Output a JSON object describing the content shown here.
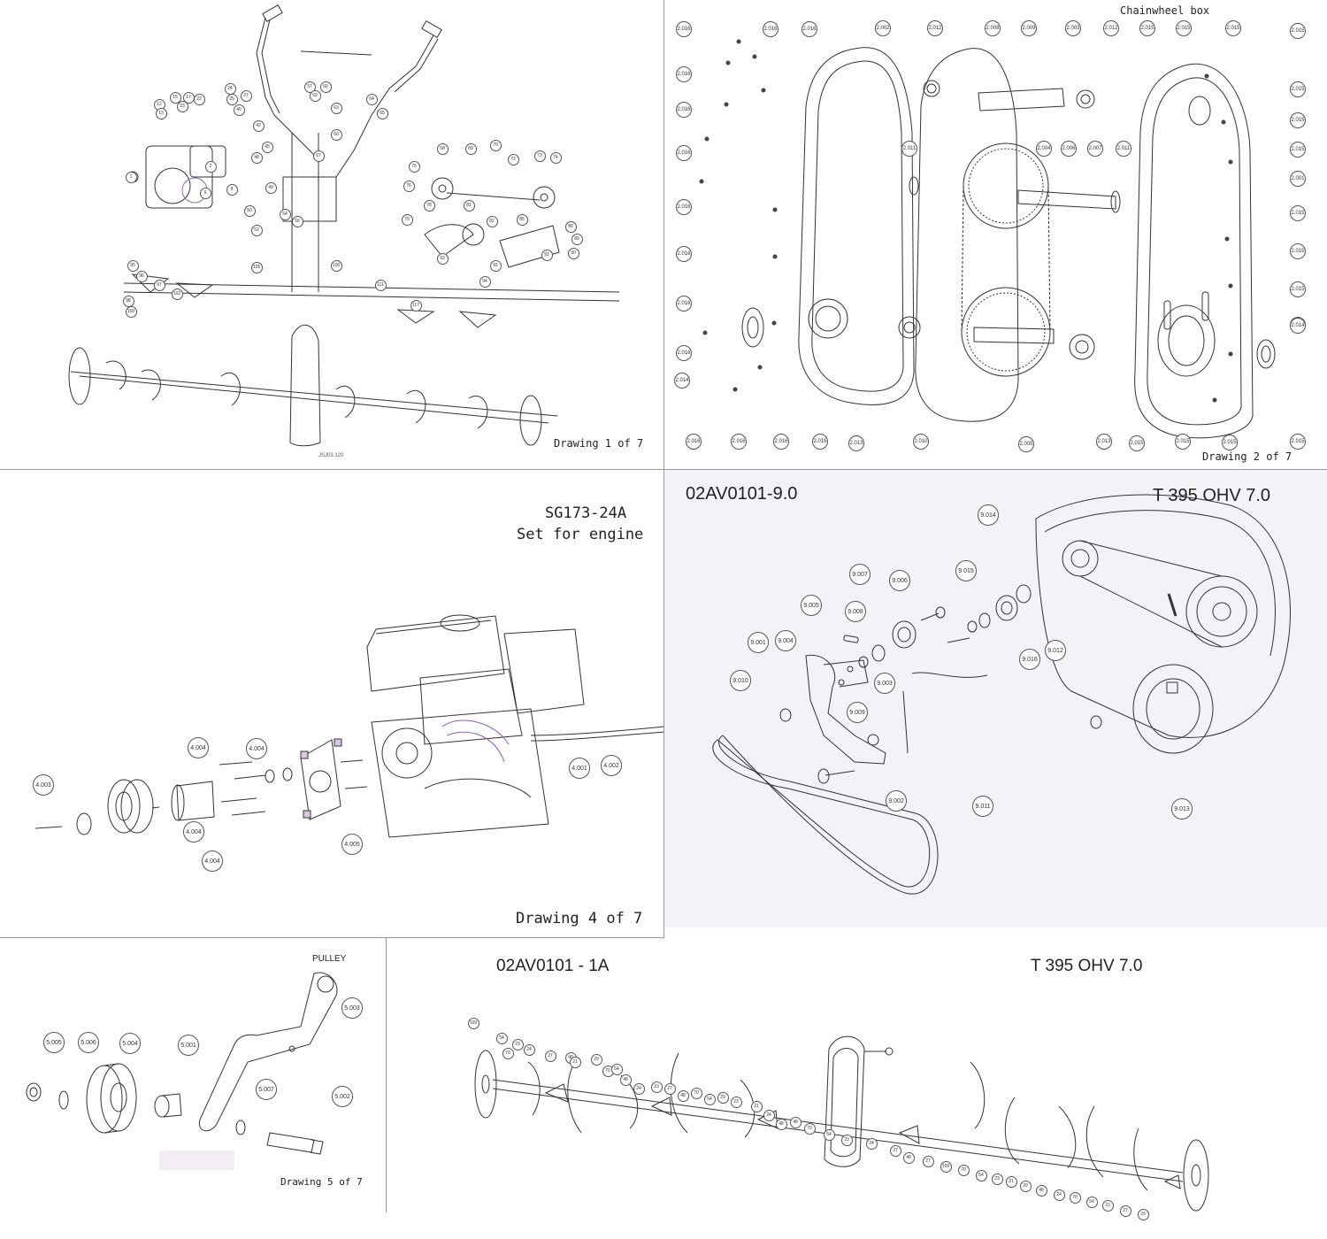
{
  "panels": {
    "drawing1": {
      "caption": "Drawing 1 of 7",
      "code": "JSJ03.120",
      "callouts": [
        "1",
        "2",
        "6",
        "8",
        "12",
        "13",
        "15",
        "17",
        "22",
        "23",
        "24",
        "25",
        "27",
        "40",
        "42",
        "45",
        "48",
        "49",
        "50",
        "52",
        "54",
        "56",
        "57",
        "59",
        "60",
        "63",
        "64",
        "65",
        "66",
        "67",
        "68",
        "69",
        "70",
        "72",
        "73",
        "74",
        "75",
        "76",
        "78",
        "79",
        "81",
        "82",
        "85",
        "88",
        "89",
        "90",
        "91",
        "92",
        "93",
        "94",
        "95",
        "96",
        "97",
        "98",
        "100",
        "102",
        "105",
        "106",
        "111",
        "117"
      ]
    },
    "drawing2": {
      "title": "Chainwheel box",
      "caption": "Drawing 2 of 7",
      "callouts": [
        "2.016",
        "2.016",
        "2.016",
        "2.016",
        "2.016",
        "2.016",
        "2.016",
        "2.016",
        "2.016",
        "2.016",
        "2.016",
        "2.016",
        "2.016",
        "2.016",
        "2.014",
        "2.002",
        "2.012",
        "2.008",
        "2.009",
        "2.003",
        "2.012",
        "2.011",
        "2.004",
        "2.006",
        "2.007",
        "2.011",
        "2.013",
        "2.010",
        "2.005",
        "2.013",
        "2.015",
        "2.015",
        "2.015",
        "2.015",
        "2.015",
        "2.015",
        "2.015",
        "2.015",
        "2.001",
        "2.015",
        "2.015",
        "2.015",
        "2.014",
        "2.015",
        "2.015",
        "2.015",
        "2.015"
      ]
    },
    "drawing4": {
      "code": "SG173-24A",
      "subtitle": "Set for engine",
      "caption": "Drawing 4 of 7",
      "callouts": [
        "4.003",
        "4.004",
        "4.004",
        "4.004",
        "4.004",
        "4.005",
        "4.001",
        "4.002"
      ]
    },
    "drawing9": {
      "code": "02AV0101-9.0",
      "model": "T 395 OHV 7.0",
      "callouts": [
        "9.014",
        "9.007",
        "9.006",
        "9.015",
        "9.005",
        "9.008",
        "9.001",
        "9.004",
        "9.016",
        "9.012",
        "9.010",
        "9.003",
        "9.009",
        "9.002",
        "9.011",
        "9.013"
      ]
    },
    "drawing5": {
      "title": "PULLEY",
      "caption": "Drawing 5 of 7",
      "callouts": [
        "5.005",
        "5.006",
        "5.004",
        "5.001",
        "5.003",
        "5.007",
        "5.002"
      ]
    },
    "drawing1a": {
      "code": "02AV0101 - 1A",
      "model": "T 395 OHV 7.0",
      "callouts": [
        "109",
        "54",
        "70",
        "23",
        "24",
        "27",
        "48",
        "21",
        "29",
        "70",
        "54",
        "48",
        "24",
        "23",
        "27",
        "48",
        "70",
        "54",
        "29",
        "23",
        "21",
        "24",
        "48",
        "48",
        "70",
        "54",
        "23",
        "24",
        "27",
        "48",
        "27",
        "109",
        "70",
        "54",
        "23",
        "21",
        "29",
        "48",
        "24",
        "70",
        "54",
        "23",
        "27",
        "29"
      ]
    }
  }
}
